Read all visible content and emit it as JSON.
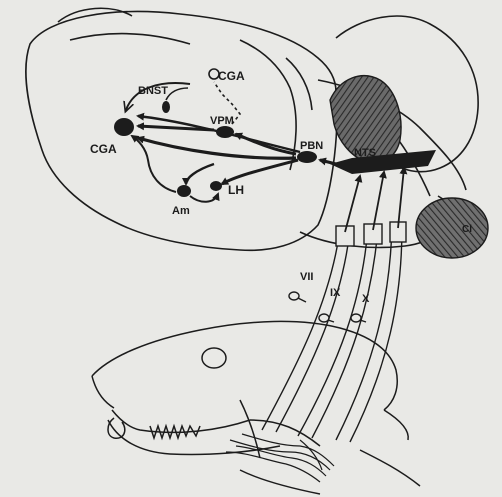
{
  "labels": {
    "bnst": "BNST",
    "cga_top": "CGA",
    "vpm": "VPM",
    "cga_left": "CGA",
    "pbn": "PBN",
    "nts": "NTS",
    "lh": "LH",
    "am": "Am",
    "vii": "VII",
    "ix": "IX",
    "x": "X",
    "cb": "Cl"
  },
  "colors": {
    "ink": "#1c1c1c",
    "paper": "#e9e9e6",
    "hatch": "#5a5a5a"
  }
}
